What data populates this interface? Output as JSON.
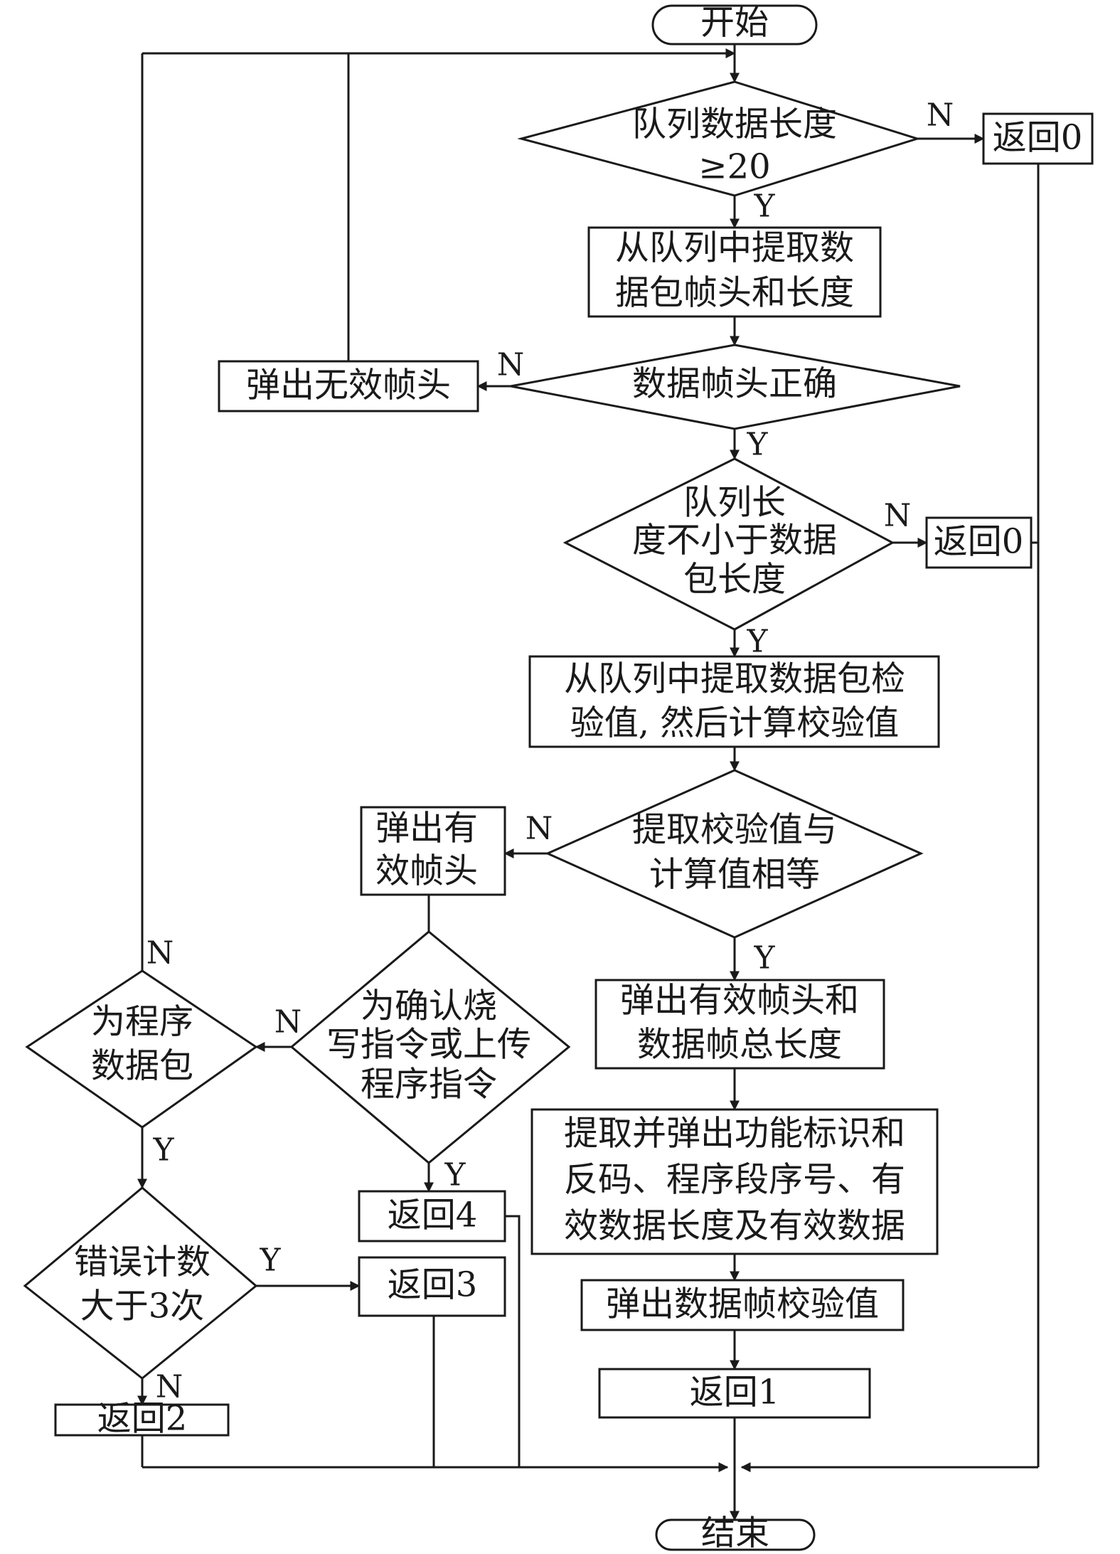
{
  "nodes": {
    "start": "开始",
    "d1": [
      "队列数据长度",
      "≥20"
    ],
    "ret0_a": "返回0",
    "extract_head": [
      "从队列中提取数",
      "据包帧头和长度"
    ],
    "d2": "数据帧头正确",
    "pop_invalid": "弹出无效帧头",
    "d3": [
      "队列长",
      "度不小于数据",
      "包长度"
    ],
    "ret0_b": "返回0",
    "extract_check": [
      "从队列中提取数据包检",
      "验值, 然后计算校验值"
    ],
    "d4": [
      "提取校验值与",
      "计算值相等"
    ],
    "pop_valid": [
      "弹出有",
      "效帧头"
    ],
    "pop_valid_len": [
      "弹出有效帧头和",
      "数据帧总长度"
    ],
    "d5": [
      "为确认烧",
      "写指令或上传",
      "程序指令"
    ],
    "d6": [
      "为程序",
      "数据包"
    ],
    "extract_func": [
      "提取并弹出功能标识和",
      "反码、程序段序号、有",
      "效数据长度及有效数据"
    ],
    "ret4": "返回4",
    "d7": [
      "错误计数",
      "大于3次"
    ],
    "ret3": "返回3",
    "pop_check": "弹出数据帧校验值",
    "ret1": "返回1",
    "ret2": "返回2",
    "end": "结束"
  },
  "labels": {
    "yes": "Y",
    "no": "N"
  }
}
